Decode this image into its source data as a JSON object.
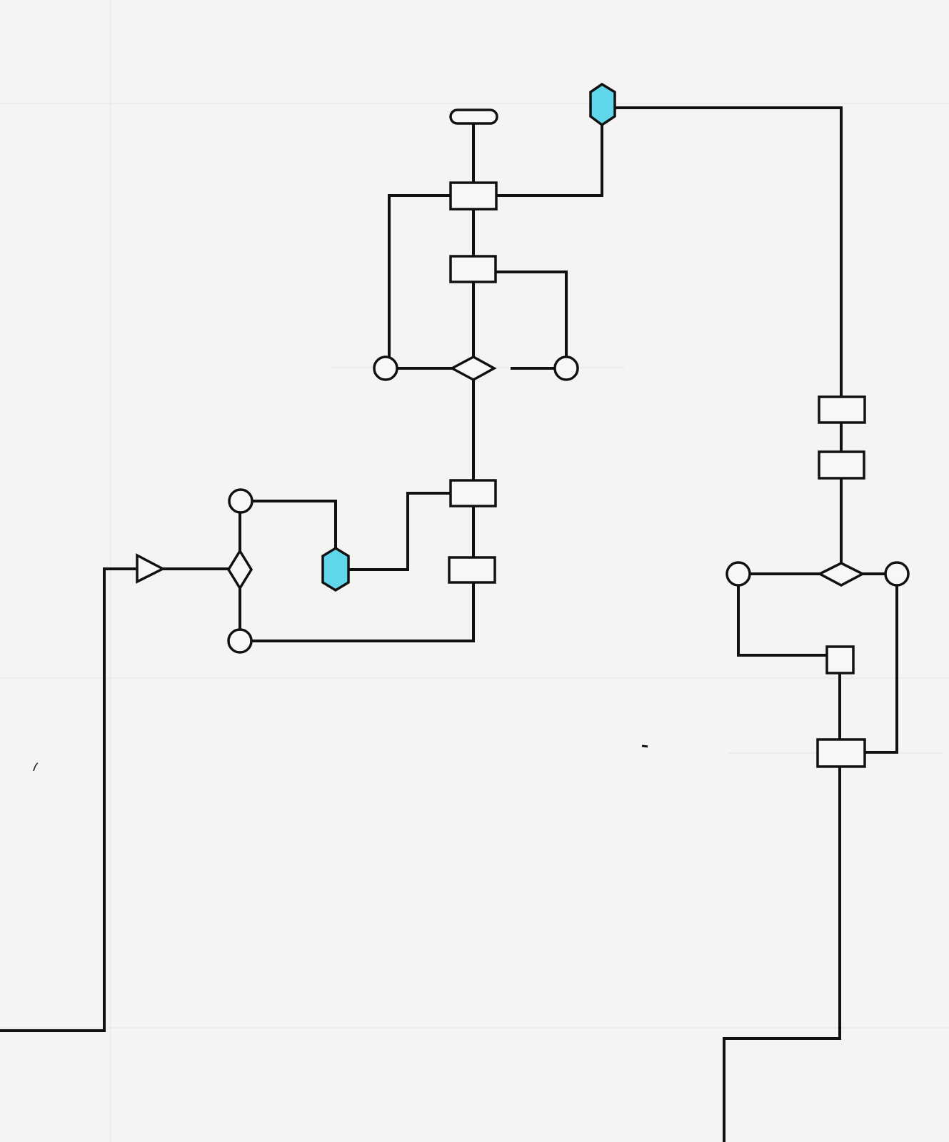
{
  "colors": {
    "background": "#f4f4f2",
    "line": "#111111",
    "shape_fill": "#f7f7f5",
    "highlight_fill": "#5fd6ea"
  },
  "diagram": {
    "type": "flowchart-line-drawing",
    "text_labels": [],
    "node_kinds": [
      "terminator",
      "process-box",
      "decision-diamond",
      "connector-circle",
      "hexagon",
      "triangle"
    ],
    "highlighted_nodes": [
      "hexagon-top",
      "hexagon-left"
    ]
  }
}
